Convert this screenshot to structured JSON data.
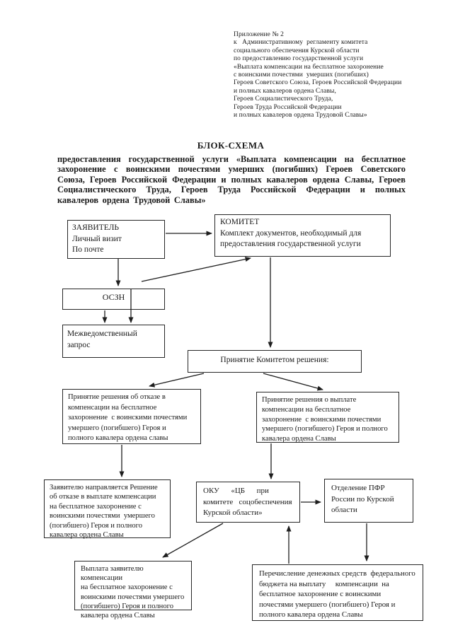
{
  "document": {
    "annex_lines": [
      "Приложение № 2",
      "к   Административному  регламенту комитета",
      "социального обеспечения Курской области",
      "по предоставлению государственной услуги",
      "«Выплата компенсации на бесплатное захоронение",
      "с воинскими почестями  умерших (погибших)",
      "Героев Советского Союза, Героев Российской Федерации",
      "и полных кавалеров ордена Славы,",
      "Героев Социалистического Труда,",
      "Героев Труда Российской Федерации",
      "и полных кавалеров ордена Трудовой Славы»"
    ],
    "title": "БЛОК-СХЕМА",
    "subtitle": "предоставления государственной услуги «Выплата компенсации на бесплатное захоронение с воинскими почестями умерших (погибших) Героев Советского Союза, Героев Российской Федерации и полных кавалеров ордена Славы, Героев Социалистического Труда, Героев Труда Российской Федерации и полных кавалеров ордена Трудовой Славы»"
  },
  "flowchart": {
    "boxes": {
      "applicant": [
        "ЗАЯВИТЕЛЬ",
        "Личный визит",
        "По почте"
      ],
      "committee": [
        "КОМИТЕТ",
        "Комплект документов, необходимый для предоставления государственной услуги"
      ],
      "oszn": "ОСЗН",
      "interagency_request": [
        "Межведомственный",
        "запрос"
      ],
      "committee_decision": "Принятие Комитетом решения:",
      "refusal_decision": [
        "Принятие решения об отказе в",
        "компенсации на бесплатное",
        "захоронение  с воинскими почестями",
        "умершего (погибшего) Героя и",
        "полного кавалера ордена славы"
      ],
      "payment_decision": [
        "Принятие решения о выплате",
        "компенсации на бесплатное",
        "захоронение  с воинскими почестями",
        "умершего (погибшего) Героя и полного",
        "кавалера ордена Славы"
      ],
      "refusal_notice": [
        "Заявителю направляется Решение",
        "об отказе в выплате компенсации",
        "на бесплатное захоронение с",
        "воинскими почестями  умершего",
        "(погибшего) Героя и полного",
        "кавалера ордена Славы"
      ],
      "oku_cb": [
        "ОКУ      «ЦБ      при",
        "комитете   соцобеспечения",
        "Курской области»"
      ],
      "pfr_branch": [
        "Отделение ПФР",
        "России по Курской",
        "области"
      ],
      "payout": [
        "Выплата заявителю компенсации",
        "на бесплатное захоронение с",
        "воинскими почестями умершего",
        "(погибшего) Героя и полного",
        "кавалера ордена Славы"
      ],
      "funds_transfer": [
        "Перечисление денежных средств  федерального",
        "бюджета на выплату     компенсации  на",
        "бесплатное захоронение с воинскими",
        "почестями умершего (погибшего) Героя и",
        "полного кавалера ордена Славы"
      ]
    }
  },
  "colors": {
    "paper": "#ffffff",
    "ink": "#1e1e1e"
  }
}
